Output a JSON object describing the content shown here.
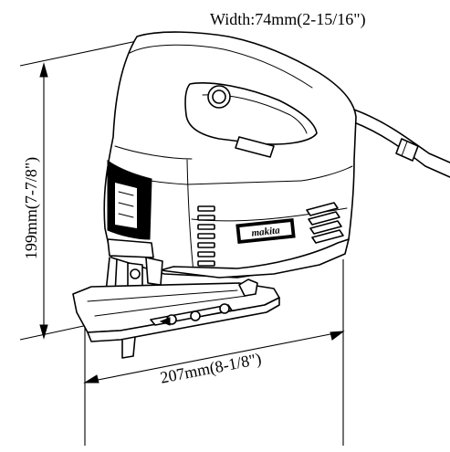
{
  "dimensions": {
    "width_label": "Width:74mm(2-15/16\")",
    "height_label": "199mm(7-7/8\")",
    "length_label": "207mm(8-1/8\")"
  },
  "brand_plate": "makita"
}
